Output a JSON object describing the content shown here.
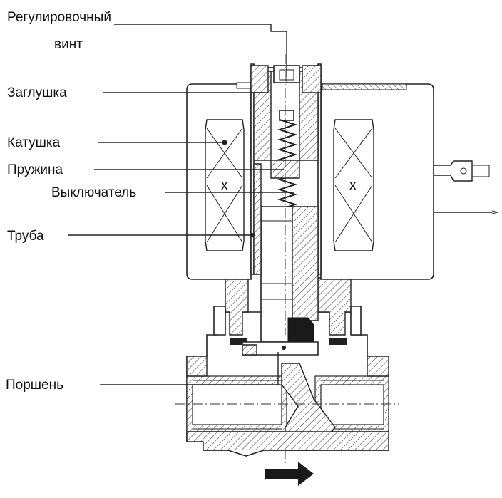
{
  "labels": {
    "adjust_screw_line1": "Регулировочный",
    "adjust_screw_line2": "винт",
    "plug": "Заглушка",
    "coil": "Катушка",
    "spring": "Пружина",
    "switch": "Выключатель",
    "tube": "Труба",
    "piston": "Поршень"
  },
  "coil_marks": {
    "left": "x",
    "right": "x"
  }
}
